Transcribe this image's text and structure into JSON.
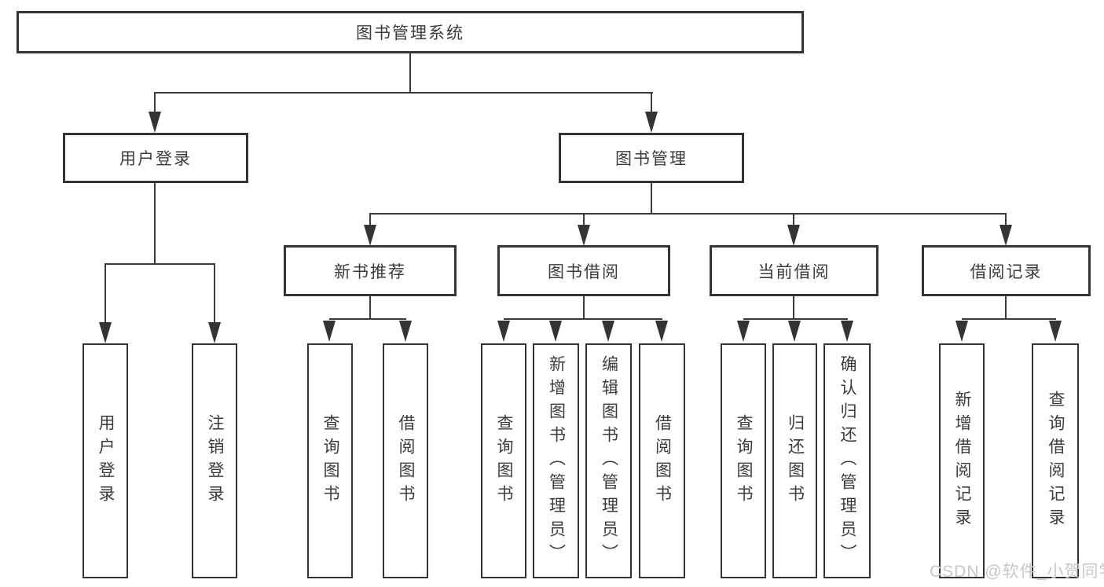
{
  "diagram": {
    "root_label": "图书管理系统",
    "level2": {
      "user_login": "用户登录",
      "book_management": "图书管理"
    },
    "level3": {
      "new_book_recommend": "新书推荐",
      "book_borrowing": "图书借阅",
      "current_borrowing": "当前借阅",
      "borrowing_records": "借阅记录"
    },
    "leaves": {
      "user_login": "用户登录",
      "logout": "注销登录",
      "nb_query_books": "查询图书",
      "nb_borrow_books": "借阅图书",
      "bb_query_books": "查询图书",
      "bb_add_books_admin": "新增图书（管理员）",
      "bb_edit_books_admin": "编辑图书（管理员）",
      "bb_borrow_books": "借阅图书",
      "cb_query_books": "查询图书",
      "cb_return_books": "归还图书",
      "cb_confirm_return_admin": "确认归还（管理员）",
      "br_add_record": "新增借阅记录",
      "br_query_record": "查询借阅记录"
    }
  },
  "watermark": "CSDN @软件_小贺同学",
  "colors": {
    "line": "#3a3a3a",
    "border": "#343434",
    "text": "#3b3b3b",
    "watermark_text": "#c8c8c8",
    "background": "#ffffff"
  }
}
